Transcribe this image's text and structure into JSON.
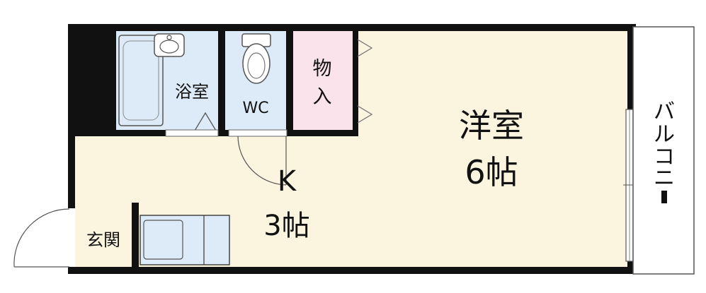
{
  "rooms": {
    "bath": "浴室",
    "wc": "WC",
    "storage": [
      "物",
      "入"
    ],
    "western": {
      "name": "洋室",
      "size": "6帖"
    },
    "kitchen": {
      "name": "K",
      "size": "3帖"
    },
    "entrance": "玄関",
    "balcony": [
      "バ",
      "ル",
      "コ",
      "ニ",
      "ー"
    ]
  },
  "colors": {
    "wall": "#111111",
    "bath_floor": "#dcebf7",
    "wc_floor": "#dcebf7",
    "storage_floor": "#fbe3ec",
    "living_floor": "#fbf5df",
    "balcony_floor": "#ffffff"
  }
}
